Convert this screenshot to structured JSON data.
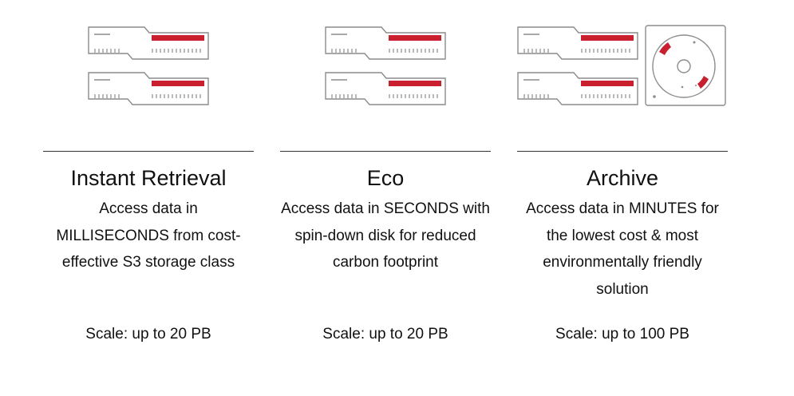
{
  "colors": {
    "accent": "#c8202f",
    "stroke": "#8c8c8c",
    "rule": "#333333"
  },
  "tiers": [
    {
      "title": "Instant Retrieval",
      "description": "Access data in MILLISECONDS from cost-effective S3 storage class",
      "scale": "Scale: up to 20 PB",
      "icons": [
        "ssd-drive-icon",
        "ssd-drive-icon"
      ]
    },
    {
      "title": "Eco",
      "description": "Access data in SECONDS with spin-down disk for reduced carbon footprint",
      "scale": "Scale: up to 20 PB",
      "icons": [
        "hard-drive-icon",
        "hard-drive-icon"
      ]
    },
    {
      "title": "Archive",
      "description": "Access data in MINUTES for the lowest cost & most environmentally friendly solution",
      "scale": "Scale: up to 100 PB",
      "icons": [
        "hard-drive-icon",
        "hard-drive-icon",
        "tape-reel-icon"
      ]
    }
  ]
}
